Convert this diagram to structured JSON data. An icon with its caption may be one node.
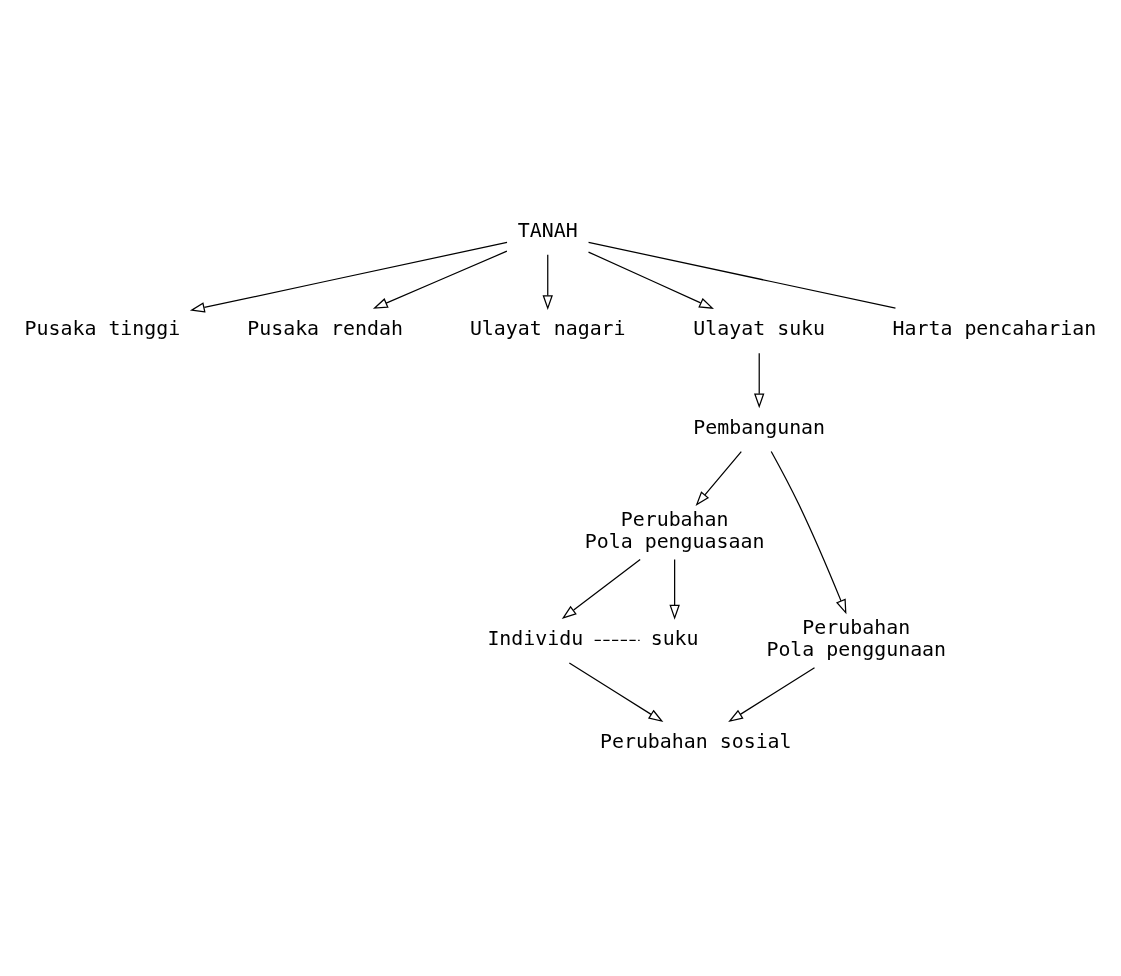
{
  "diagram": {
    "nodes": [
      {
        "text": [
          "TANAH"
        ]
      },
      {
        "text": [
          "Pusaka tinggi"
        ]
      },
      {
        "text": [
          "Pusaka rendah"
        ]
      },
      {
        "text": [
          "Ulayat nagari"
        ]
      },
      {
        "text": [
          "Ulayat suku"
        ]
      },
      {
        "text": [
          "Harta pencaharian"
        ]
      },
      {
        "text": [
          "Pembangunan"
        ]
      },
      {
        "text": [
          "Perubahan",
          "Pola penguasaan"
        ]
      },
      {
        "text": [
          "Perubahan",
          "Pola penggunaan"
        ]
      },
      {
        "text": [
          "Individu"
        ]
      },
      {
        "text": [
          "suku"
        ]
      },
      {
        "text": [
          "Perubahan sosial"
        ]
      }
    ],
    "edges": [
      {
        "from": 0,
        "to": 1,
        "arrow": "to"
      },
      {
        "from": 0,
        "to": 2,
        "arrow": "to"
      },
      {
        "from": 0,
        "to": 3,
        "arrow": "to"
      },
      {
        "from": 0,
        "to": 4,
        "arrow": "to"
      },
      {
        "from": 0,
        "to": 5,
        "arrow": "none"
      },
      {
        "from": 4,
        "to": 6,
        "arrow": "to"
      },
      {
        "from": 6,
        "to": 7,
        "arrow": "to"
      },
      {
        "from": 6,
        "to": 8,
        "arrow": "to"
      },
      {
        "from": 7,
        "to": 9,
        "arrow": "to"
      },
      {
        "from": 7,
        "to": 10,
        "arrow": "to"
      },
      {
        "from": 9,
        "to": 10,
        "arrow": "none",
        "style": "dashed"
      },
      {
        "from": 9,
        "to": 11,
        "arrow": "to"
      },
      {
        "from": 8,
        "to": 11,
        "arrow": "to"
      }
    ]
  }
}
